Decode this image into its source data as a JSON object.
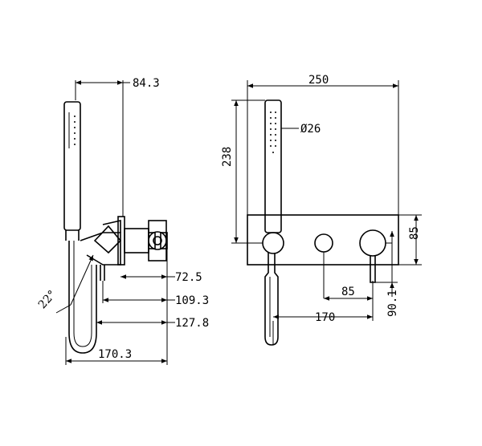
{
  "side_view": {
    "dim_top": "84.3",
    "dim_a": "72.5",
    "dim_b": "109.3",
    "dim_c": "127.8",
    "dim_bottom": "170.3",
    "angle": "22°"
  },
  "front_view": {
    "dim_width": "250",
    "dim_height": "238",
    "dim_diameter": "Ø26",
    "dim_plate_h": "85",
    "dim_spacing": "85",
    "dim_offset": "170",
    "dim_depth": "90.1"
  }
}
